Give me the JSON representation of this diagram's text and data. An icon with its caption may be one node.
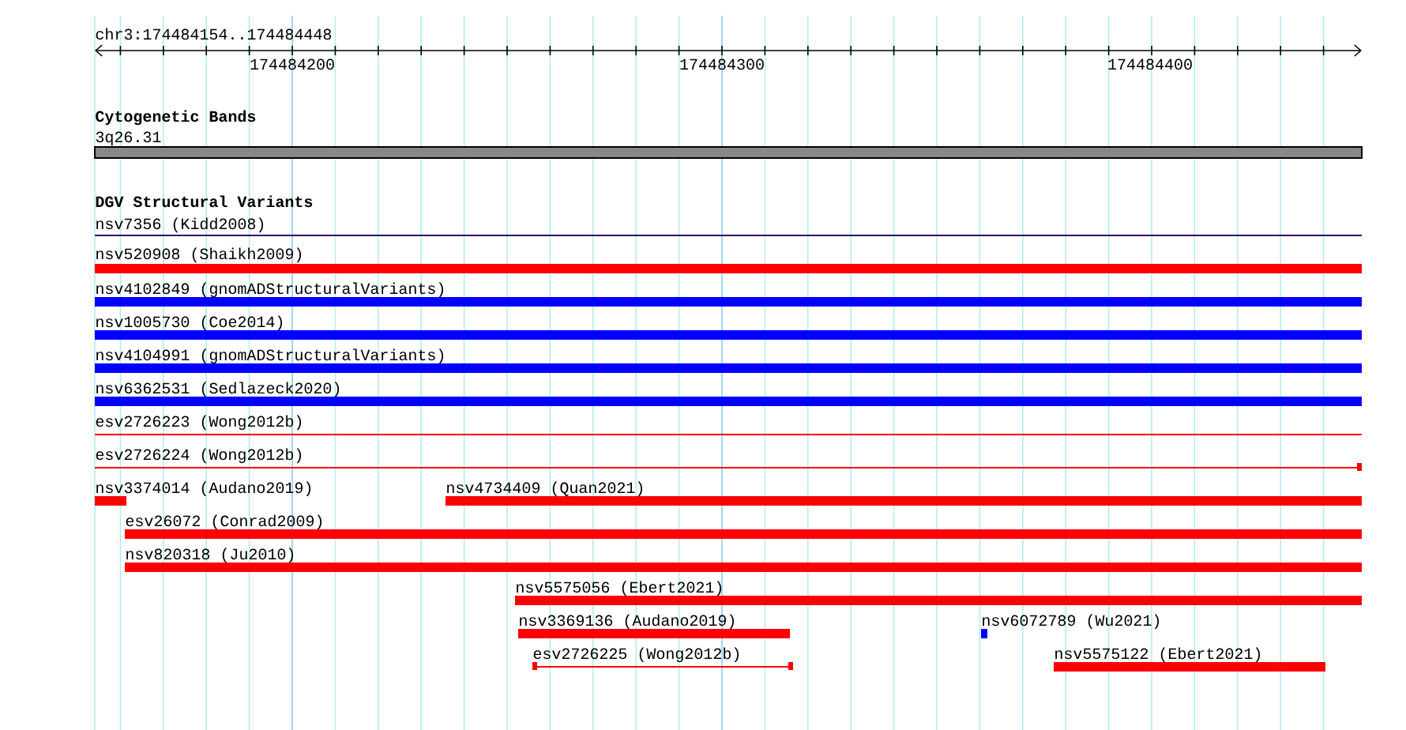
{
  "diagram": {
    "nodes": [
      {
        "text": [
          "3q26.31"
        ]
      },
      {
        "text": [
          "nsv7356 (Kidd2008)"
        ]
      },
      {
        "text": [
          "nsv520908 (Shaikh2009)"
        ]
      },
      {
        "text": [
          "nsv4102849 (gnomADStructuralVariants)"
        ]
      },
      {
        "text": [
          "nsv1005730 (Coe2014)"
        ]
      },
      {
        "text": [
          "nsv4104991 (gnomADStructuralVariants)"
        ]
      },
      {
        "text": [
          "nsv6362531 (Sedlazeck2020)"
        ]
      },
      {
        "text": [
          "esv2726223 (Wong2012b)"
        ]
      },
      {
        "text": [
          "esv2726224 (Wong2012b)"
        ]
      },
      {
        "text": [
          "nsv3374014 (Audano2019)"
        ]
      },
      {
        "text": [
          "nsv4734409 (Quan2021)"
        ]
      },
      {
        "text": [
          "esv26072 (Conrad2009)"
        ]
      },
      {
        "text": [
          "nsv820318 (Ju2010)"
        ]
      },
      {
        "text": [
          "nsv5575056 (Ebert2021)"
        ]
      },
      {
        "text": [
          "nsv3369136 (Audano2019)"
        ]
      },
      {
        "text": [
          "nsv6072789 (Wu2021)"
        ]
      },
      {
        "text": [
          "esv2726225 (Wong2012b)"
        ]
      },
      {
        "text": [
          "nsv5575122 (Ebert2021)"
        ]
      }
    ],
    "labels": [
      "chr3:174484154..174484448",
      "174484200",
      "174484300",
      "174484400",
      "Cytogenetic Bands",
      "DGV Structural Variants"
    ]
  }
}
